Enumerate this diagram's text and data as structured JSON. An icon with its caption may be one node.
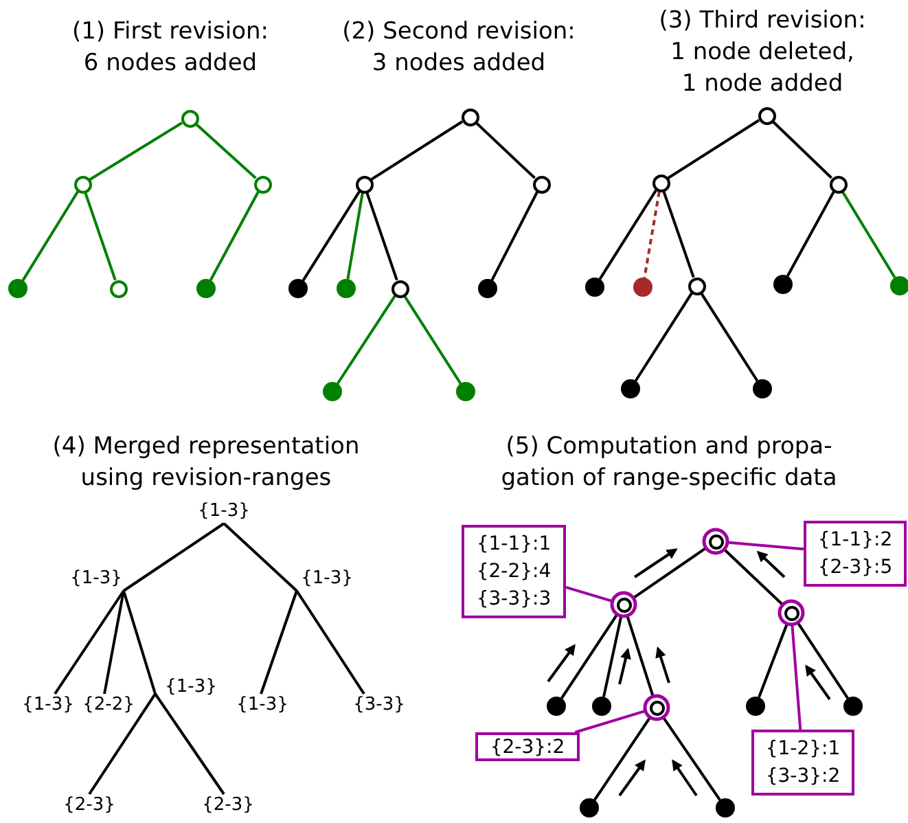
{
  "diagram": {
    "nodes": [
      {
        "text": [],
        "shape": "circle"
      },
      {
        "text": [],
        "shape": "circle"
      },
      {
        "text": [],
        "shape": "circle"
      },
      {
        "text": [],
        "shape": "circle"
      },
      {
        "text": [],
        "shape": "circle"
      },
      {
        "text": [],
        "shape": "circle"
      },
      {
        "text": [],
        "shape": "circle"
      },
      {
        "text": [],
        "shape": "circle"
      },
      {
        "text": [],
        "shape": "circle"
      },
      {
        "text": [],
        "shape": "circle"
      },
      {
        "text": [],
        "shape": "circle"
      },
      {
        "text": [],
        "shape": "circle"
      },
      {
        "text": [],
        "shape": "circle"
      },
      {
        "text": [],
        "shape": "circle"
      },
      {
        "text": [],
        "shape": "circle"
      },
      {
        "text": [],
        "shape": "circle"
      },
      {
        "text": [],
        "shape": "circle"
      },
      {
        "text": [],
        "shape": "circle"
      },
      {
        "text": [],
        "shape": "circle"
      },
      {
        "text": [],
        "shape": "circle"
      },
      {
        "text": [],
        "shape": "circle"
      },
      {
        "text": [],
        "shape": "circle"
      },
      {
        "text": [],
        "shape": "circle"
      },
      {
        "text": [],
        "shape": "circle"
      },
      {
        "text": [],
        "shape": "circle"
      },
      {
        "text": [
          "{1-3}"
        ]
      },
      {
        "text": [
          "{1-3}"
        ]
      },
      {
        "text": [
          "{1-3}"
        ]
      },
      {
        "text": [
          "{1-3}"
        ]
      },
      {
        "text": [
          "{2-2}"
        ]
      },
      {
        "text": [
          "{1-3}"
        ]
      },
      {
        "text": [
          "{1-3}"
        ]
      },
      {
        "text": [
          "{3-3}"
        ]
      },
      {
        "text": [
          "{2-3}"
        ]
      },
      {
        "text": [
          "{2-3}"
        ]
      },
      {
        "text": [
          "{1-1}:1",
          "{2-2}:4",
          "{3-3}:3"
        ]
      },
      {
        "text": [],
        "shape": "circle"
      },
      {
        "text": [
          "{1-1}:2",
          "{2-3}:5"
        ]
      },
      {
        "text": [],
        "shape": "circle"
      },
      {
        "text": [],
        "shape": "circle"
      },
      {
        "text": [],
        "shape": "circle"
      },
      {
        "text": [],
        "shape": "circle"
      },
      {
        "text": [],
        "shape": "circle"
      },
      {
        "text": [],
        "shape": "circle"
      },
      {
        "text": [],
        "shape": "circle"
      },
      {
        "text": [
          "{2-3}:2"
        ]
      },
      {
        "text": [
          "{1-2}:1",
          "{3-3}:2"
        ]
      },
      {
        "text": [],
        "shape": "circle"
      },
      {
        "text": [],
        "shape": "circle"
      }
    ],
    "edges": [
      {
        "from": 0,
        "to": 1,
        "arrow": "none",
        "color": "#008000"
      },
      {
        "from": 0,
        "to": 2,
        "arrow": "none",
        "color": "#008000"
      },
      {
        "from": 1,
        "to": 3,
        "arrow": "none",
        "color": "#008000"
      },
      {
        "from": 1,
        "to": 4,
        "arrow": "none",
        "color": "#008000"
      },
      {
        "from": 2,
        "to": 5,
        "arrow": "none",
        "color": "#008000"
      },
      {
        "from": 6,
        "to": 7,
        "arrow": "none"
      },
      {
        "from": 6,
        "to": 8,
        "arrow": "none"
      },
      {
        "from": 7,
        "to": 9,
        "arrow": "none"
      },
      {
        "from": 7,
        "to": 10,
        "arrow": "none",
        "color": "#008000"
      },
      {
        "from": 7,
        "to": 11,
        "arrow": "none"
      },
      {
        "from": 8,
        "to": 12,
        "arrow": "none"
      },
      {
        "from": 11,
        "to": 13,
        "arrow": "none",
        "color": "#008000"
      },
      {
        "from": 11,
        "to": 14,
        "arrow": "none",
        "color": "#008000"
      },
      {
        "from": 15,
        "to": 16,
        "arrow": "none"
      },
      {
        "from": 15,
        "to": 17,
        "arrow": "none"
      },
      {
        "from": 16,
        "to": 18,
        "arrow": "none"
      },
      {
        "from": 16,
        "to": 19,
        "arrow": "none",
        "style": "dashed",
        "color": "#a52a2a"
      },
      {
        "from": 16,
        "to": 20,
        "arrow": "none"
      },
      {
        "from": 17,
        "to": 21,
        "arrow": "none"
      },
      {
        "from": 17,
        "to": 22,
        "arrow": "none",
        "color": "#008000"
      },
      {
        "from": 20,
        "to": 23,
        "arrow": "none"
      },
      {
        "from": 20,
        "to": 24,
        "arrow": "none"
      },
      {
        "from": 25,
        "to": 26,
        "arrow": "none"
      },
      {
        "from": 25,
        "to": 27,
        "arrow": "none"
      },
      {
        "from": 26,
        "to": 28,
        "arrow": "none"
      },
      {
        "from": 26,
        "to": 29,
        "arrow": "none"
      },
      {
        "from": 26,
        "to": 30,
        "arrow": "none"
      },
      {
        "from": 27,
        "to": 31,
        "arrow": "none"
      },
      {
        "from": 27,
        "to": 32,
        "arrow": "none"
      },
      {
        "from": 30,
        "to": 33,
        "arrow": "none"
      },
      {
        "from": 30,
        "to": 34,
        "arrow": "none"
      },
      {
        "from": 36,
        "to": 38,
        "arrow": "none"
      },
      {
        "from": 36,
        "to": 39,
        "arrow": "none"
      },
      {
        "from": 38,
        "to": 40,
        "arrow": "none"
      },
      {
        "from": 38,
        "to": 41,
        "arrow": "none"
      },
      {
        "from": 38,
        "to": 42,
        "arrow": "none"
      },
      {
        "from": 39,
        "to": 43,
        "arrow": "none"
      },
      {
        "from": 39,
        "to": 44,
        "arrow": "none"
      },
      {
        "from": 42,
        "to": 47,
        "arrow": "none"
      },
      {
        "from": 42,
        "to": 48,
        "arrow": "none"
      },
      {
        "from": 35,
        "to": 38,
        "arrow": "other",
        "color": "#a000a0"
      },
      {
        "from": 37,
        "to": 36,
        "arrow": "other",
        "color": "#a000a0"
      },
      {
        "from": 45,
        "to": 42,
        "arrow": "other",
        "color": "#a000a0"
      },
      {
        "from": 46,
        "to": 39,
        "arrow": "other",
        "color": "#a000a0"
      }
    ],
    "labels": [
      "(1) First revision: 6 nodes added",
      "(2) Second revision: 3 nodes added",
      "(3) Third revision: 1 node deleted, 1 node added",
      "(4) Merged representation using revision-ranges",
      "(5) Computation and propa- gation of range-specific data"
    ]
  }
}
